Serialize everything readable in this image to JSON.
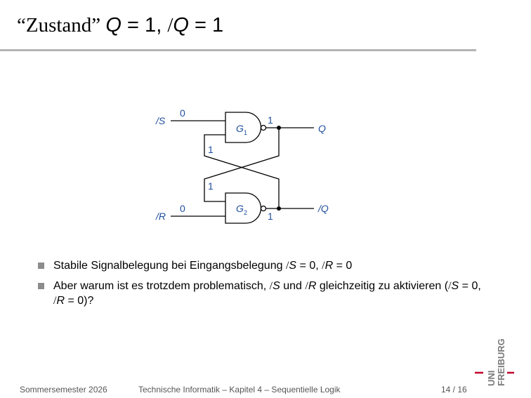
{
  "slide": {
    "title_prefix": "“Zustand”",
    "title_q_value": "1",
    "title_nq_value": "1"
  },
  "diagram": {
    "input_s": "/S",
    "input_r": "/R",
    "output_q": "Q",
    "output_nq": "/Q",
    "gate1_name": "G",
    "gate1_sub": "1",
    "gate2_name": "G",
    "gate2_sub": "2",
    "val_s": "0",
    "val_r": "0",
    "val_q": "1",
    "val_nq": "1",
    "val_g1_fb": "1",
    "val_g2_fb": "1"
  },
  "bullets": {
    "b1_text": "Stabile Signalbelegung bei Eingangsbelegung",
    "b1_s_val": "0",
    "b1_r_val": "0",
    "b2_part1": "Aber warum ist es trotzdem problematisch,",
    "b2_and": "und",
    "b2_part2": "gleichzeitig zu aktivieren (",
    "b2_s_val": "0",
    "b2_r_val": "0",
    "b2_end": ")?"
  },
  "footer": {
    "semester": "Sommersemester 2026",
    "course": "Technische Informatik –  Kapitel 4 – Sequentielle Logik",
    "page": "14 / 16"
  },
  "logo": {
    "text_uni": "UNI",
    "text_freiburg": "FREIBURG",
    "accent_color": "#c1002a",
    "gray_color": "#7a7a7a"
  },
  "colors": {
    "label_blue": "#1f4e9e",
    "rule_gray": "#b3b3b3"
  }
}
